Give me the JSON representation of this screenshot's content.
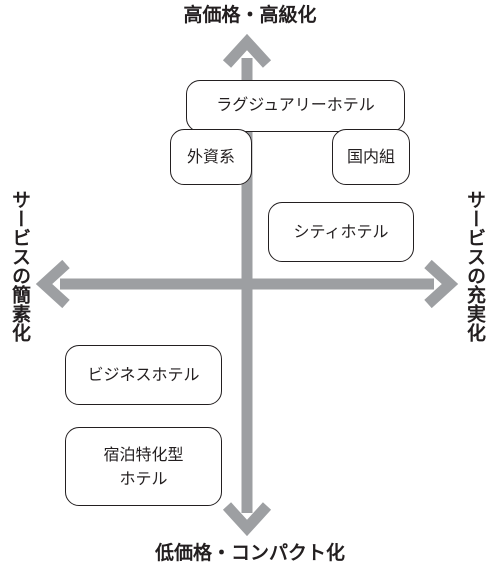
{
  "axes": {
    "top": "高価格・高級化",
    "bottom": "低価格・コンパクト化",
    "left": "サービスの簡素化",
    "right": "サービスの充実化"
  },
  "categories": {
    "luxury": "ラグジュアリーホテル",
    "foreign": "外資系",
    "domestic": "国内組",
    "city": "シティホテル",
    "business": "ビジネスホテル",
    "budget_line1": "宿泊特化型",
    "budget_line2": "ホテル"
  },
  "colors": {
    "arrow": "#9d9fa2",
    "text": "#231f20",
    "border": "#231f20"
  }
}
